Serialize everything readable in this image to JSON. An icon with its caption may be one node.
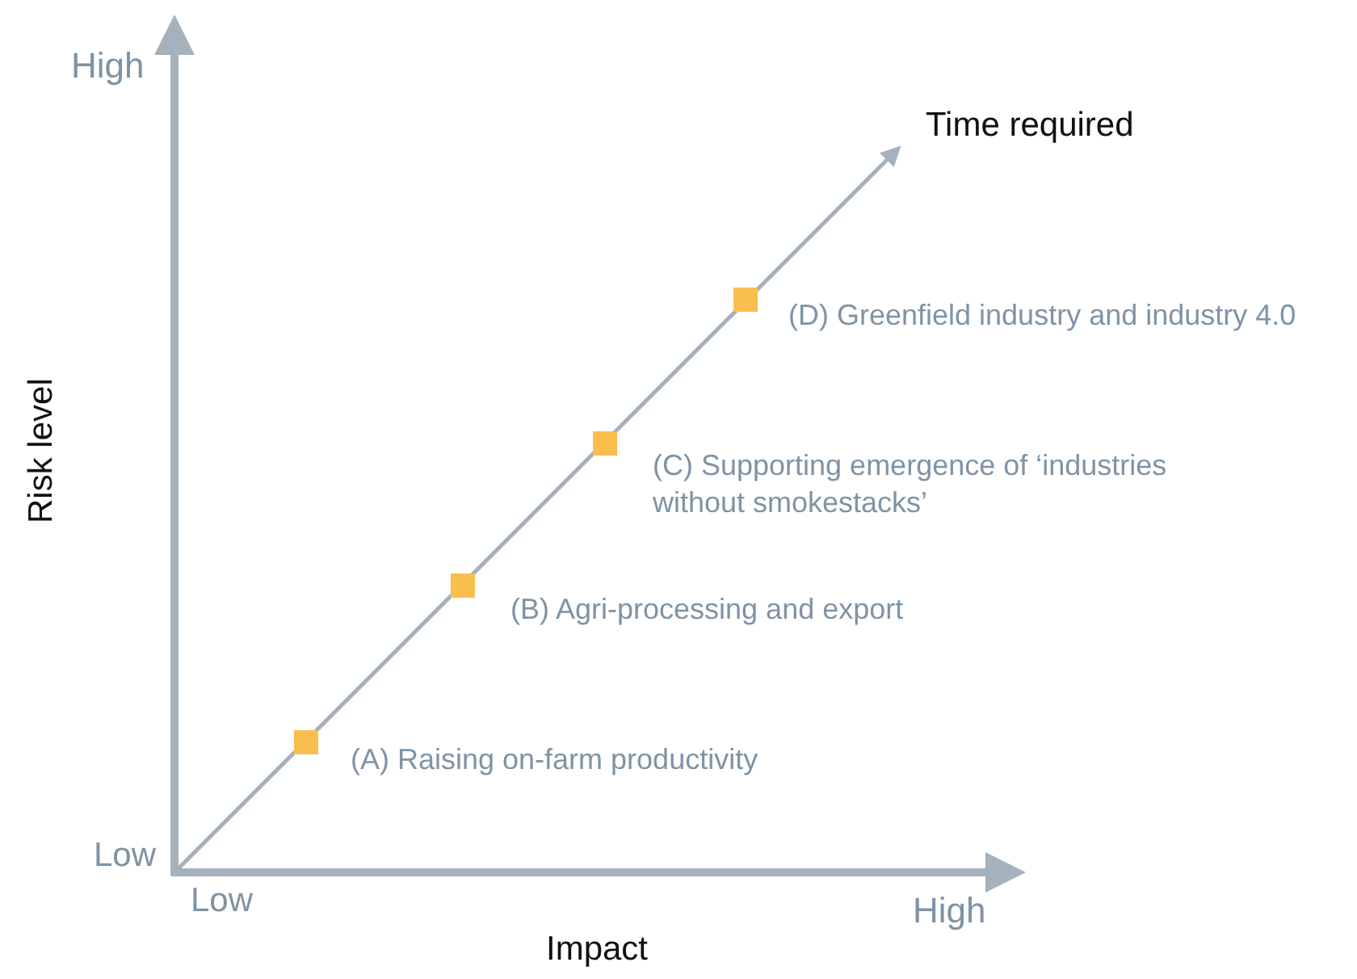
{
  "diagram": {
    "nodes": [
      {
        "text": [],
        "shape": "box",
        "beside": [
          "(A) Raising on-farm productivity"
        ]
      },
      {
        "text": [],
        "shape": "box",
        "beside": [
          "(B) Agri-processing and export"
        ]
      },
      {
        "text": [],
        "shape": "box",
        "beside": [
          "(C) Supporting emergence of ‘industries without smokestacks’"
        ]
      },
      {
        "text": [],
        "shape": "box",
        "beside": [
          "(D) Greenfield industry and industry 4.0"
        ]
      }
    ],
    "labels": [
      "High",
      "Time required",
      "Risk level",
      "Low",
      "Low",
      "High",
      "Impact"
    ]
  }
}
